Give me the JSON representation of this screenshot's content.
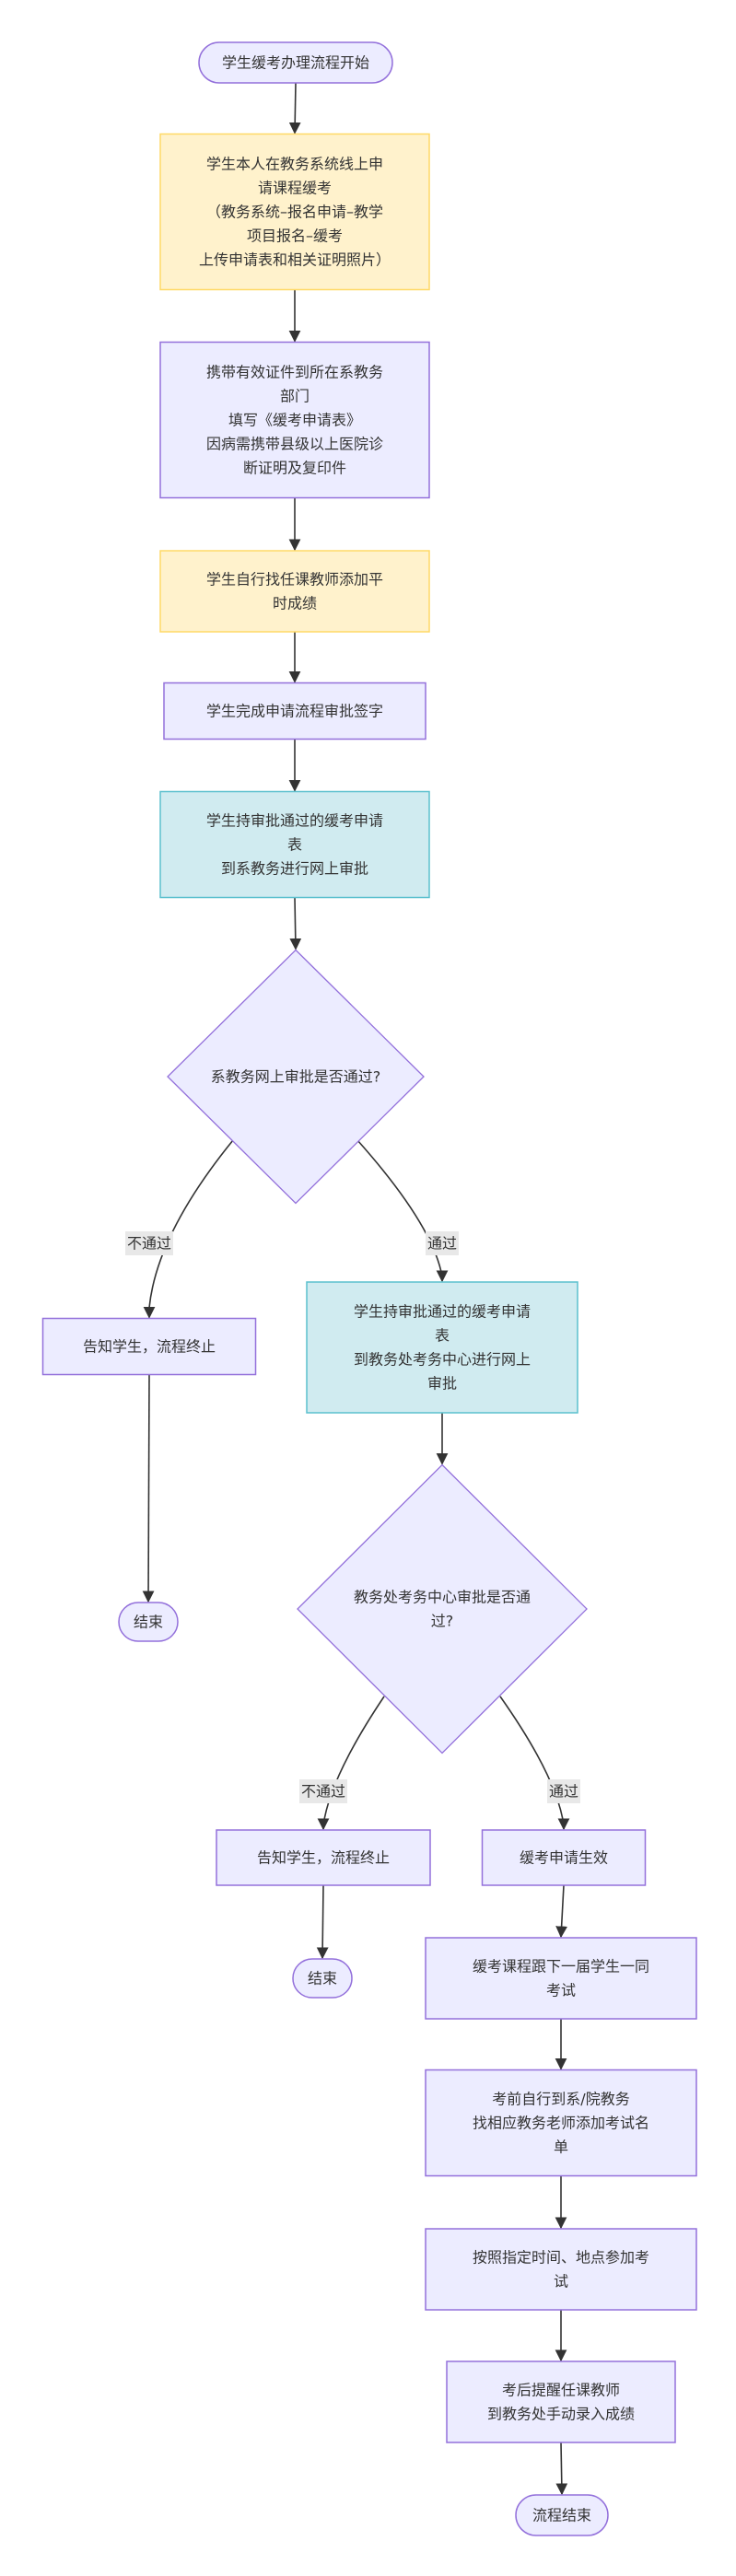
{
  "title": "学生缓考办理流程",
  "colors": {
    "lavender_fill": "#ECECFF",
    "lavender_stroke": "#9370DB",
    "yellow_fill": "#FFF2CC",
    "yellow_stroke": "#FFD966",
    "cyan_fill": "#D0EBF0",
    "cyan_stroke": "#5BC0CE",
    "edge": "#333333",
    "label_bg": "#E8E8E8"
  },
  "nodes": [
    {
      "id": "start",
      "shape": "pill",
      "style": "lavender",
      "lines": [
        "学生缓考办理流程开始"
      ]
    },
    {
      "id": "apply_online",
      "shape": "rect",
      "style": "yellow",
      "lines": [
        "学生本人在教务系统线上申",
        "请课程缓考",
        "（教务系统–报名申请–教学",
        "项目报名–缓考",
        "上传申请表和相关证明照片）"
      ]
    },
    {
      "id": "bring_docs",
      "shape": "rect",
      "style": "lavender",
      "lines": [
        "携带有效证件到所在系教务",
        "部门",
        "填写《缓考申请表》",
        "因病需携带县级以上医院诊",
        "断证明及复印件"
      ]
    },
    {
      "id": "add_grades",
      "shape": "rect",
      "style": "yellow",
      "lines": [
        "学生自行找任课教师添加平",
        "时成绩"
      ]
    },
    {
      "id": "sign",
      "shape": "rect",
      "style": "lavender",
      "lines": [
        "学生完成申请流程审批签字"
      ]
    },
    {
      "id": "dept_online",
      "shape": "rect",
      "style": "cyan",
      "lines": [
        "学生持审批通过的缓考申请",
        "表",
        "到系教务进行网上审批"
      ]
    },
    {
      "id": "decision1",
      "shape": "diamond",
      "style": "lavender",
      "lines": [
        "系教务网上审批是否通过?"
      ]
    },
    {
      "id": "reject1",
      "shape": "rect",
      "style": "lavender",
      "lines": [
        "告知学生，流程终止"
      ]
    },
    {
      "id": "end1",
      "shape": "pill",
      "style": "lavender",
      "lines": [
        "结束"
      ]
    },
    {
      "id": "office_online",
      "shape": "rect",
      "style": "cyan",
      "lines": [
        "学生持审批通过的缓考申请",
        "表",
        "到教务处考务中心进行网上",
        "审批"
      ]
    },
    {
      "id": "decision2",
      "shape": "diamond",
      "style": "lavender",
      "lines": [
        "教务处考务中心审批是否通",
        "过?"
      ]
    },
    {
      "id": "reject2",
      "shape": "rect",
      "style": "lavender",
      "lines": [
        "告知学生，流程终止"
      ]
    },
    {
      "id": "end2",
      "shape": "pill",
      "style": "lavender",
      "lines": [
        "结束"
      ]
    },
    {
      "id": "effective",
      "shape": "rect",
      "style": "lavender",
      "lines": [
        "缓考申请生效"
      ]
    },
    {
      "id": "next_cohort",
      "shape": "rect",
      "style": "lavender",
      "lines": [
        "缓考课程跟下一届学生一同",
        "考试"
      ]
    },
    {
      "id": "add_name",
      "shape": "rect",
      "style": "lavender",
      "lines": [
        "考前自行到系/院教务",
        "找相应教务老师添加考试名",
        "单"
      ]
    },
    {
      "id": "attend",
      "shape": "rect",
      "style": "lavender",
      "lines": [
        "按照指定时间、地点参加考",
        "试"
      ]
    },
    {
      "id": "remind",
      "shape": "rect",
      "style": "lavender",
      "lines": [
        "考后提醒任课教师",
        "到教务处手动录入成绩"
      ]
    },
    {
      "id": "finish",
      "shape": "pill",
      "style": "lavender",
      "lines": [
        "流程结束"
      ]
    }
  ],
  "edges": [
    {
      "from": "start",
      "to": "apply_online",
      "label": ""
    },
    {
      "from": "apply_online",
      "to": "bring_docs",
      "label": ""
    },
    {
      "from": "bring_docs",
      "to": "add_grades",
      "label": ""
    },
    {
      "from": "add_grades",
      "to": "sign",
      "label": ""
    },
    {
      "from": "sign",
      "to": "dept_online",
      "label": ""
    },
    {
      "from": "dept_online",
      "to": "decision1",
      "label": ""
    },
    {
      "from": "decision1",
      "to": "reject1",
      "label": "不通过"
    },
    {
      "from": "decision1",
      "to": "office_online",
      "label": "通过"
    },
    {
      "from": "reject1",
      "to": "end1",
      "label": ""
    },
    {
      "from": "office_online",
      "to": "decision2",
      "label": ""
    },
    {
      "from": "decision2",
      "to": "reject2",
      "label": "不通过"
    },
    {
      "from": "decision2",
      "to": "effective",
      "label": "通过"
    },
    {
      "from": "reject2",
      "to": "end2",
      "label": ""
    },
    {
      "from": "effective",
      "to": "next_cohort",
      "label": ""
    },
    {
      "from": "next_cohort",
      "to": "add_name",
      "label": ""
    },
    {
      "from": "add_name",
      "to": "attend",
      "label": ""
    },
    {
      "from": "attend",
      "to": "remind",
      "label": ""
    },
    {
      "from": "remind",
      "to": "finish",
      "label": ""
    }
  ]
}
